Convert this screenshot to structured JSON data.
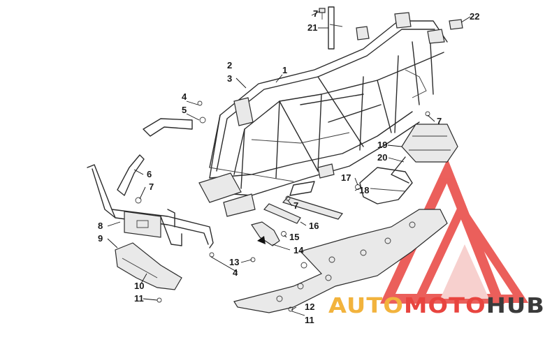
{
  "callouts": [
    "1",
    "2",
    "3",
    "4",
    "5",
    "6",
    "7",
    "7",
    "7",
    "7",
    "8",
    "9",
    "10",
    "11",
    "11",
    "12",
    "13",
    "4",
    "14",
    "15",
    "16",
    "17",
    "18",
    "19",
    "20",
    "21",
    "22"
  ],
  "watermark": {
    "part1": "AUTO",
    "part2": "MOTO",
    "part3": "HUB",
    "color_orange": "#f2b33d",
    "color_red": "#e8443f",
    "color_dark": "#3a3a3a"
  }
}
